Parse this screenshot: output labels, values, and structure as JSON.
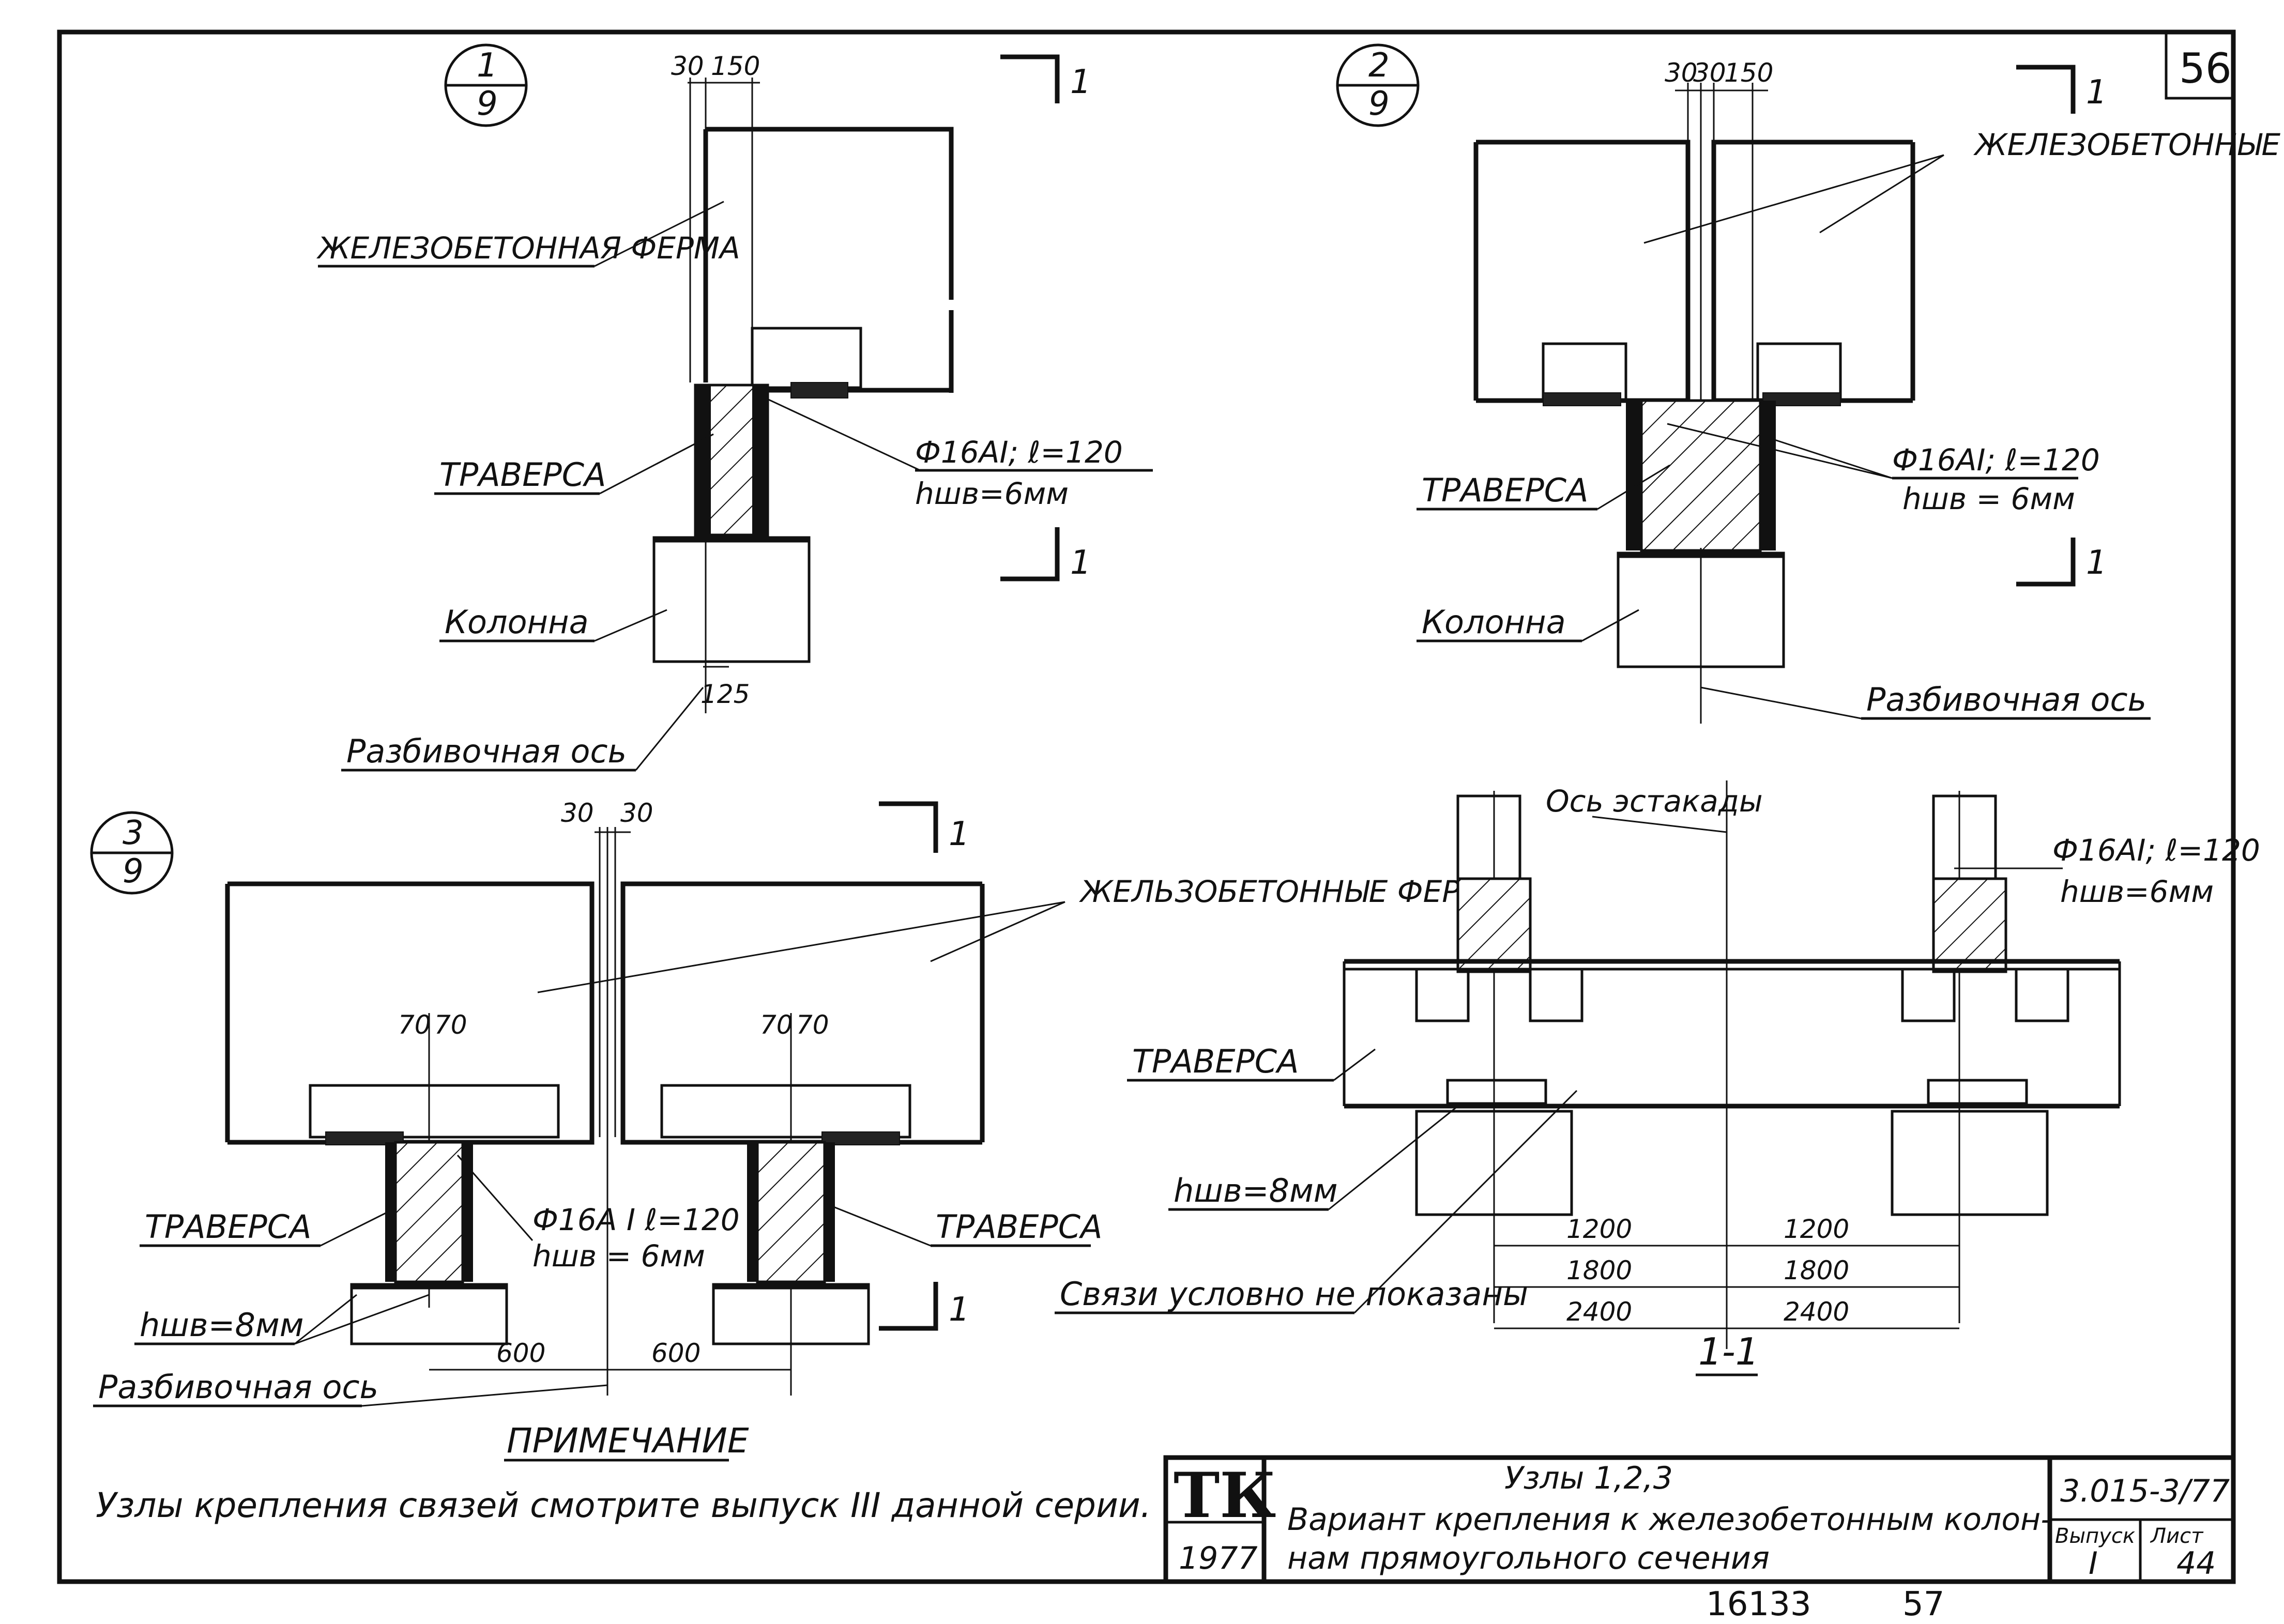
{
  "sheet_number": "56",
  "nodes": {
    "node1": {
      "num": "1",
      "den": "9"
    },
    "node2": {
      "num": "2",
      "den": "9"
    },
    "node3": {
      "num": "3",
      "den": "9"
    }
  },
  "section_marks": {
    "mark": "1"
  },
  "labels": {
    "truss_single": "ЖЕЛЕЗОБЕТОННАЯ ФЕРМА",
    "trusses_2": "ЖЕЛЕЗОБЕТОННЫЕ ФЕРМЫ",
    "trusses_3": "ЖЕЛЬЗОБЕТОННЫЕ ФЕРМЫ",
    "traverse": "ТРАВЕРСА",
    "column": "Колонна",
    "axis": "Разбивочная ось",
    "rebar_1": "Ф16АI; ℓ=120",
    "rebar_2": "Ф16АI; ℓ=120",
    "rebar_3": "Ф16А I ℓ=120",
    "rebar_s": "Ф16АI; ℓ=120",
    "weld_6": "hшв=6мм",
    "weld_6b": "hшв = 6мм",
    "weld_8": "hшв=8мм",
    "weld_8s": "hшв=8мм",
    "overpass_axis": "Ось эстакады",
    "ties_not_shown": "Связи условно не показаны",
    "section_title": "1-1"
  },
  "dimensions": {
    "n1_top_a": "30",
    "n1_top_b": "150",
    "n1_bottom": "125",
    "n2_top_a": "30",
    "n2_top_b": "30",
    "n2_top_c": "150",
    "n3_top_a": "30",
    "n3_top_b": "30",
    "n3_left_a": "70",
    "n3_left_b": "70",
    "n3_right_a": "70",
    "n3_right_b": "70",
    "n3_bot_left": "600",
    "n3_bot_right": "600",
    "s_1200_l": "1200",
    "s_1200_r": "1200",
    "s_1800_l": "1800",
    "s_1800_r": "1800",
    "s_2400_l": "2400",
    "s_2400_r": "2400"
  },
  "note": {
    "heading": "ПРИМЕЧАНИЕ",
    "text": "Узлы крепления связей смотрите выпуск III данной серии."
  },
  "title_block": {
    "logo": "ТК",
    "year": "1977",
    "title_line1": "Узлы 1,2,3",
    "title_line2": "Вариант крепления к железобетонным колон-",
    "title_line3": "нам прямоугольного сечения",
    "series": "3.015-3/77",
    "issue_label": "Выпуск",
    "issue": "I",
    "sheet_label": "Лист",
    "sheet": "44"
  },
  "footer": {
    "left": "16133",
    "right": "57"
  }
}
